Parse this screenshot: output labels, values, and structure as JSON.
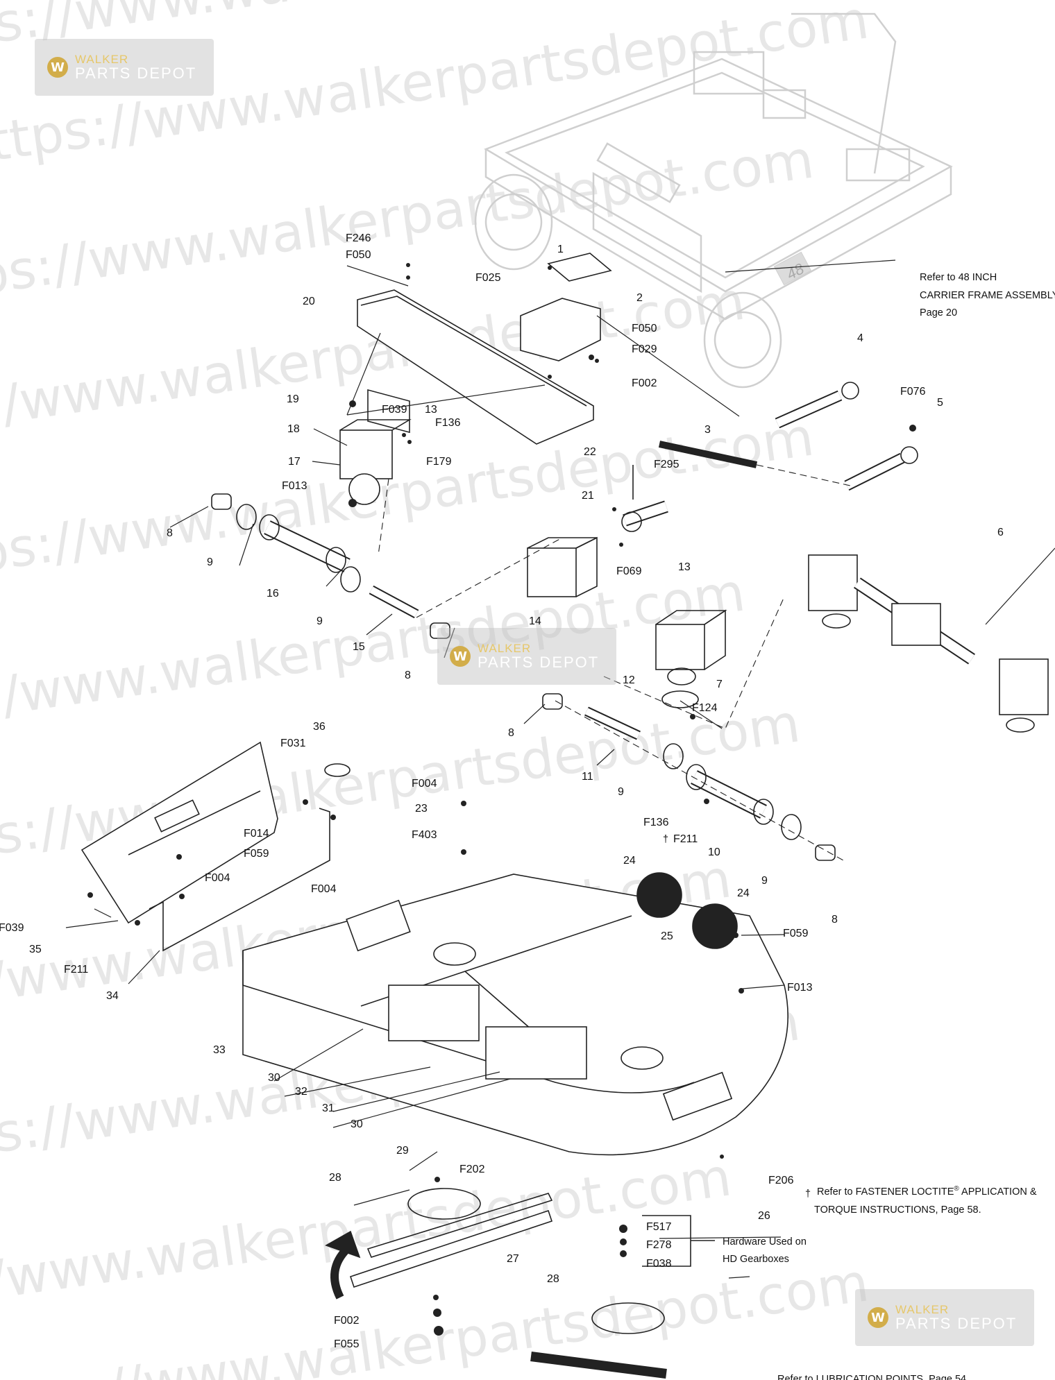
{
  "watermark_text": "https://www.walkerpartsdepot.com",
  "logo": {
    "line1": "WALKER",
    "line2": "PARTS DEPOT",
    "mark": "W"
  },
  "colors": {
    "line": "#222222",
    "frame": "#cfcfcf",
    "watermark": "#d4d4d4",
    "logo_gold": "#d2ad4a"
  },
  "frame_badge": "48",
  "notes": {
    "carrier_frame": [
      "Refer to 48 INCH",
      "CARRIER FRAME ASSEMBLY,",
      "Page 20"
    ],
    "loctite": [
      "Refer to FASTENER LOCTITE",
      "®",
      " APPLICATION &",
      "TORQUE INSTRUCTIONS, Page 58."
    ],
    "dagger": "†",
    "hardware": [
      "Hardware Used on",
      "HD Gearboxes"
    ],
    "lubrication": "Refer to LUBRICATION POINTS, Page 54"
  },
  "callouts": [
    "F246",
    "F050",
    "F025",
    "1",
    "2",
    "F050",
    "F029",
    "F002",
    "20",
    "19",
    "F039",
    "13",
    "F136",
    "18",
    "F179",
    "17",
    "F013",
    "4",
    "F076",
    "5",
    "3",
    "22",
    "F295",
    "21",
    "F069",
    "6",
    "8",
    "9",
    "16",
    "9",
    "15",
    "8",
    "14",
    "13",
    "12",
    "7",
    "F124",
    "8",
    "11",
    "9",
    "F031",
    "36",
    "F004",
    "23",
    "F403",
    "F136",
    "F211",
    "10",
    "9",
    "8",
    "F014",
    "F059",
    "F004",
    "F004",
    "24",
    "24",
    "25",
    "F059",
    "F013",
    "F039",
    "35",
    "F211",
    "34",
    "33",
    "30",
    "32",
    "31",
    "30",
    "29",
    "F202",
    "28",
    "F206",
    "26",
    "F517",
    "F278",
    "F038",
    "27",
    "28",
    "F002",
    "F055"
  ]
}
